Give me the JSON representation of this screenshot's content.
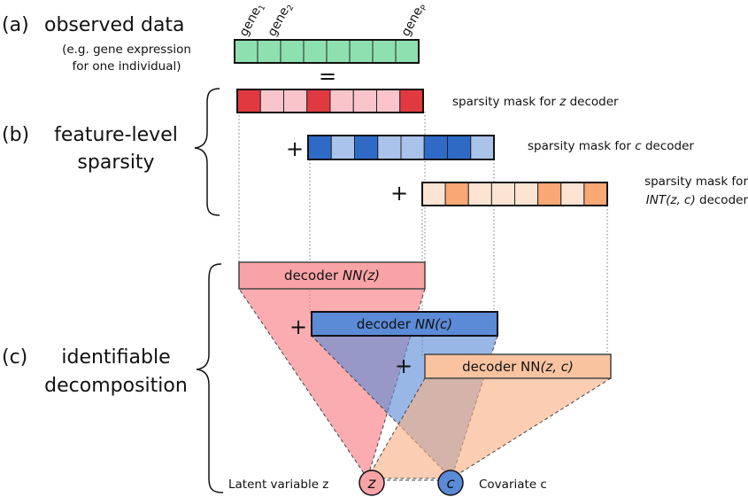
{
  "labels": {
    "a_tag": "(a)",
    "a_title": "observed data",
    "a_sub1": "(e.g. gene expression",
    "a_sub2": "for one individual)",
    "b_tag": "(b)",
    "b_title1": "feature-level",
    "b_title2": "sparsity",
    "c_tag": "(c)",
    "c_title1": "identifiable",
    "c_title2": "decomposition",
    "equals": "=",
    "plus": "+"
  },
  "genes": {
    "g1": "gene",
    "g1_sub": "1",
    "g2": "gene",
    "g2_sub": "2",
    "gp": "gene",
    "gp_sub": "P"
  },
  "masks": {
    "z_label_pre": "sparsity mask for ",
    "z_label_var": "z",
    "z_label_post": " decoder",
    "c_label_pre": "sparsity mask for ",
    "c_label_var": "c",
    "c_label_post": " decoder",
    "int_label_line1": "sparsity mask for",
    "int_label_var": "INT(z, c)",
    "int_label_post": " decoder"
  },
  "decoders": {
    "z_pre": "decoder ",
    "z_var": "NN(z)",
    "c_pre": "decoder ",
    "c_var": "NN(c)",
    "int_pre": "decoder NN",
    "int_var": "(z, c)"
  },
  "nodes": {
    "z_symbol": "z",
    "c_symbol": "c",
    "z_label": "Latent variable z",
    "c_label": "Covariate c"
  },
  "colors": {
    "green_cell": "#8ee0b0",
    "red_strong": "#e03a40",
    "red_light": "#f9c5cb",
    "blue_strong": "#2f6ac7",
    "blue_light": "#a9c3ea",
    "orange_strong": "#f8a775",
    "orange_light": "#fde3d2",
    "decoder_z": "#f8a3a6",
    "decoder_c": "#5b8ad6",
    "decoder_int": "#f9c3a0"
  },
  "mask_patterns": {
    "observed": [
      0,
      0,
      0,
      0,
      0,
      0,
      0,
      0
    ],
    "z": [
      1,
      0,
      0,
      1,
      0,
      0,
      0,
      1
    ],
    "c": [
      1,
      0,
      1,
      0,
      0,
      1,
      1,
      0
    ],
    "int": [
      0,
      1,
      0,
      0,
      0,
      1,
      0,
      1
    ]
  }
}
